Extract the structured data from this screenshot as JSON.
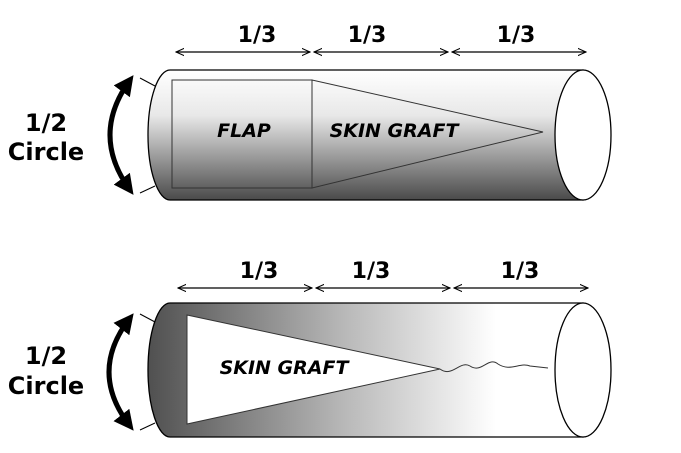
{
  "diagram_top": {
    "measures": [
      "1/3",
      "1/3",
      "1/3"
    ],
    "side_label_line1": "1/2",
    "side_label_line2": "Circle",
    "flap_label": "FLAP",
    "graft_label": "SKIN GRAFT"
  },
  "diagram_bottom": {
    "measures": [
      "1/3",
      "1/3",
      "1/3"
    ],
    "side_label_line1": "1/2",
    "side_label_line2": "Circle",
    "graft_label": "SKIN GRAFT"
  },
  "colors": {
    "ink": "#000000",
    "cylinder_light": "#ffffff",
    "cylinder_dark": "#4a4a4a"
  }
}
